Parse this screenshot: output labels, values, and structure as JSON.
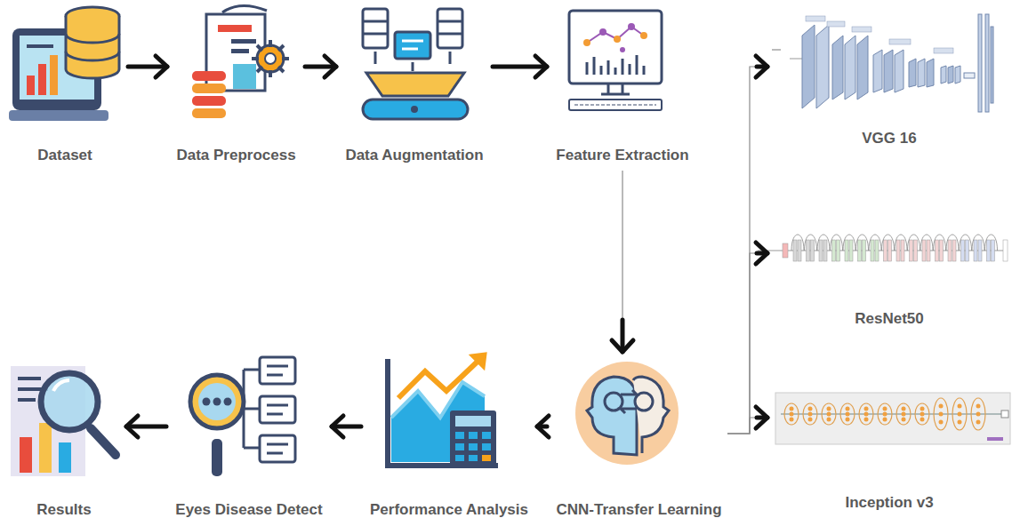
{
  "diagram": {
    "nodes": [
      {
        "text": [
          "Dataset"
        ]
      },
      {
        "text": [
          "Data Preprocess"
        ]
      },
      {
        "text": [
          "Data Augmentation"
        ]
      },
      {
        "text": [
          "Feature Extraction"
        ]
      },
      {
        "text": [
          "VGG 16"
        ]
      },
      {
        "text": [
          "ResNet50"
        ]
      },
      {
        "text": [
          "Inception v3"
        ]
      },
      {
        "text": [
          "CNN-Transfer Learning"
        ]
      },
      {
        "text": [
          "Performance Analysis"
        ]
      },
      {
        "text": [
          "Eyes Disease Detect"
        ]
      },
      {
        "text": [
          "Results"
        ]
      }
    ],
    "edges": [
      {
        "from": 0,
        "to": 1,
        "arrow": "to"
      },
      {
        "from": 1,
        "to": 2,
        "arrow": "to"
      },
      {
        "from": 2,
        "to": 3,
        "arrow": "to"
      },
      {
        "from": 3,
        "to": 7,
        "arrow": "to"
      },
      {
        "from": 7,
        "to": 4,
        "arrow": "to"
      },
      {
        "from": 7,
        "to": 5,
        "arrow": "to"
      },
      {
        "from": 7,
        "to": 6,
        "arrow": "to"
      },
      {
        "from": 7,
        "to": 8,
        "arrow": "to"
      },
      {
        "from": 8,
        "to": 9,
        "arrow": "to"
      },
      {
        "from": 9,
        "to": 10,
        "arrow": "to"
      }
    ]
  }
}
